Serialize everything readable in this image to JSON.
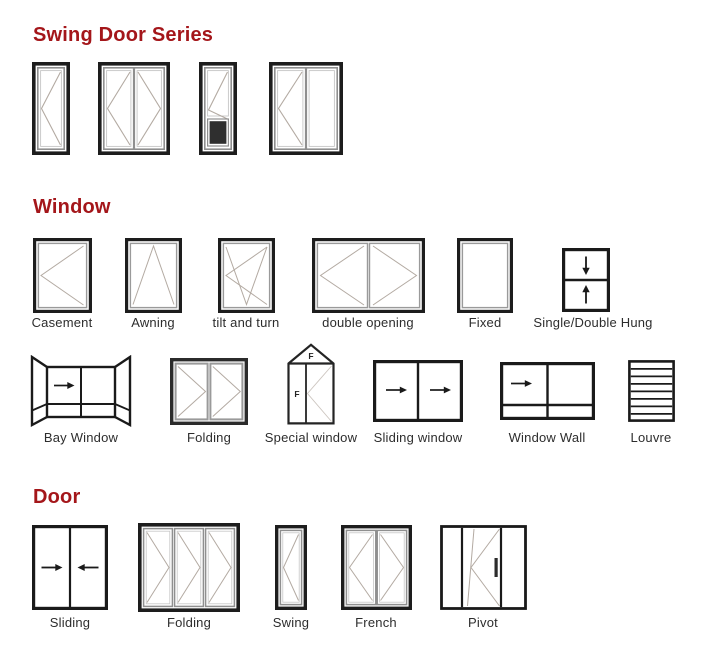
{
  "colors": {
    "heading": "#a4161a",
    "frame": "#1d1d1d",
    "inner_frame": "#8f8f8f",
    "swing_line": "#b3aaa2",
    "label": "#2d2d2d",
    "panel_fill": "#2f2f2f"
  },
  "sections": [
    {
      "title": "Swing Door Series",
      "items": [
        {
          "name": "single-swing-door"
        },
        {
          "name": "double-swing-door"
        },
        {
          "name": "swing-door-with-kick-panel"
        },
        {
          "name": "swing-door-with-fixed-panel"
        }
      ]
    },
    {
      "title": "Window",
      "row1": [
        {
          "label": "Casement"
        },
        {
          "label": "Awning"
        },
        {
          "label": "tilt and turn"
        },
        {
          "label": "double opening"
        },
        {
          "label": "Fixed"
        },
        {
          "label": "Single/Double Hung"
        }
      ],
      "row2": [
        {
          "label": "Bay Window"
        },
        {
          "label": "Folding"
        },
        {
          "label": "Special window",
          "gable_mark": "F",
          "panel_mark": "F"
        },
        {
          "label": "Sliding window"
        },
        {
          "label": "Window Wall"
        },
        {
          "label": "Louvre"
        }
      ]
    },
    {
      "title": "Door",
      "items": [
        {
          "label": "Sliding"
        },
        {
          "label": "Folding"
        },
        {
          "label": "Swing"
        },
        {
          "label": "French"
        },
        {
          "label": "Pivot"
        }
      ]
    }
  ]
}
